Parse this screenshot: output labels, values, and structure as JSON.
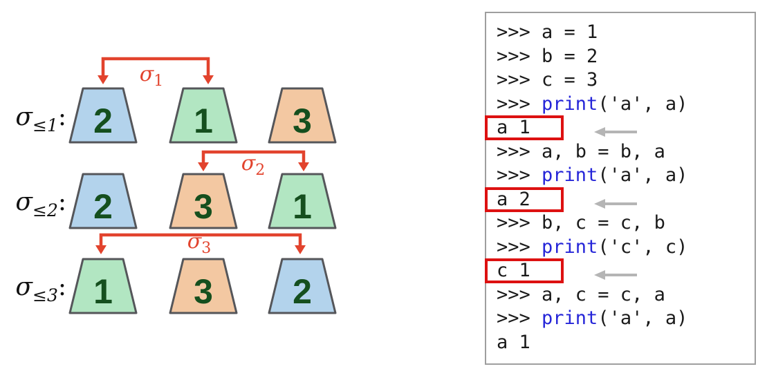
{
  "diagram": {
    "rows": [
      {
        "sigma": "σ",
        "sub": "≤1",
        "colon": ":",
        "values": [
          "2",
          "1",
          "3"
        ],
        "colors": [
          "blue",
          "green",
          "orange"
        ]
      },
      {
        "sigma": "σ",
        "sub": "≤2",
        "colon": ":",
        "values": [
          "2",
          "3",
          "1"
        ],
        "colors": [
          "blue",
          "orange",
          "green"
        ]
      },
      {
        "sigma": "σ",
        "sub": "≤3",
        "colon": ":",
        "values": [
          "1",
          "3",
          "2"
        ],
        "colors": [
          "green",
          "orange",
          "blue"
        ]
      }
    ],
    "swaps": [
      {
        "sigma": "σ",
        "sub": "1",
        "from_col": 1,
        "to_col": 2
      },
      {
        "sigma": "σ",
        "sub": "2",
        "from_col": 2,
        "to_col": 3
      },
      {
        "sigma": "σ",
        "sub": "3",
        "from_col": 1,
        "to_col": 3
      }
    ],
    "palette": {
      "blue": "#b3d3ec",
      "green": "#b2e6c2",
      "orange": "#f3c8a2",
      "stroke": "#55565a",
      "number": "#154f1e",
      "arrow": "#e2432d"
    }
  },
  "console": {
    "colors": {
      "border": "#9e9e9e",
      "text": "#1a1a1a",
      "keyword": "#2525d8",
      "highlight_box": "#dd1111",
      "callout_arrow": "#b5b5b5"
    },
    "callout_icon": "left-arrow",
    "lines": [
      {
        "kind": "input",
        "segments": [
          {
            "t": ">>> a = 1"
          }
        ]
      },
      {
        "kind": "input",
        "segments": [
          {
            "t": ">>> b = 2"
          }
        ]
      },
      {
        "kind": "input",
        "segments": [
          {
            "t": ">>> c = 3"
          }
        ]
      },
      {
        "kind": "input",
        "segments": [
          {
            "t": ">>> "
          },
          {
            "t": "print",
            "c": "kw"
          },
          {
            "t": "('a', a)"
          }
        ]
      },
      {
        "kind": "output",
        "text": "a 1",
        "boxed": true
      },
      {
        "kind": "input",
        "segments": [
          {
            "t": ">>> a, b = b, a"
          }
        ]
      },
      {
        "kind": "input",
        "segments": [
          {
            "t": ">>> "
          },
          {
            "t": "print",
            "c": "kw"
          },
          {
            "t": "('a', a)"
          }
        ]
      },
      {
        "kind": "output",
        "text": "a 2",
        "boxed": true
      },
      {
        "kind": "input",
        "segments": [
          {
            "t": ">>> b, c = c, b"
          }
        ]
      },
      {
        "kind": "input",
        "segments": [
          {
            "t": ">>> "
          },
          {
            "t": "print",
            "c": "kw"
          },
          {
            "t": "('c', c)"
          }
        ]
      },
      {
        "kind": "output",
        "text": "c 1",
        "boxed": true
      },
      {
        "kind": "input",
        "segments": [
          {
            "t": ">>> a, c = c, a"
          }
        ]
      },
      {
        "kind": "input",
        "segments": [
          {
            "t": ">>> "
          },
          {
            "t": "print",
            "c": "kw"
          },
          {
            "t": "('a', a)"
          }
        ]
      },
      {
        "kind": "output",
        "text": "a 1",
        "boxed": false
      }
    ]
  }
}
